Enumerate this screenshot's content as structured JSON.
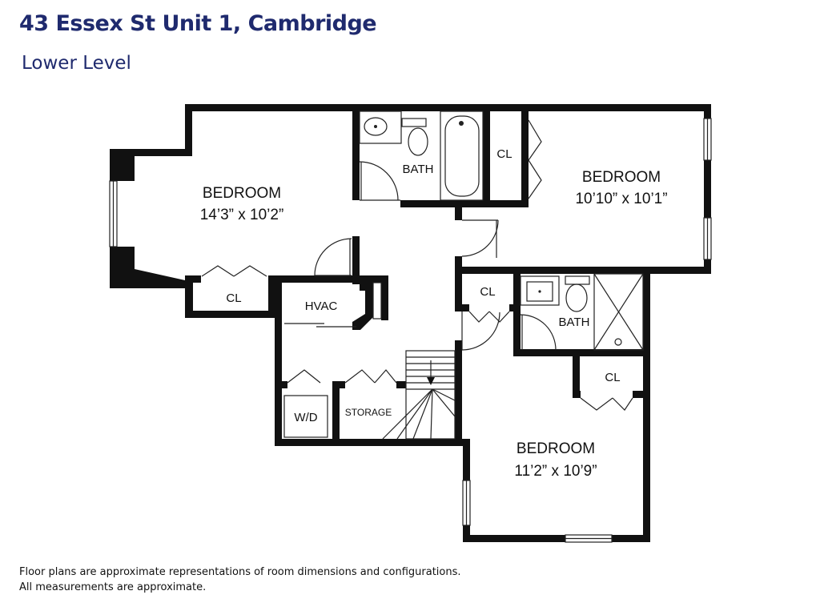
{
  "header": {
    "title": "43 Essex St Unit 1, Cambridge",
    "subtitle": "Lower Level"
  },
  "rooms": {
    "bedroom_west": {
      "label": "BEDROOM",
      "dims": "14’3” x 10’2”"
    },
    "bedroom_east": {
      "label": "BEDROOM",
      "dims": "10’10” x 10’1”"
    },
    "bedroom_south": {
      "label": "BEDROOM",
      "dims": "11’2” x 10’9”"
    },
    "bath_north": {
      "label": "BATH"
    },
    "bath_south": {
      "label": "BATH"
    },
    "closet_west": {
      "label": "CL"
    },
    "closet_east": {
      "label": "CL"
    },
    "closet_center": {
      "label": "CL"
    },
    "closet_south": {
      "label": "CL"
    },
    "hvac": {
      "label": "HVAC"
    },
    "laundry": {
      "label": "W/D"
    },
    "storage": {
      "label": "STORAGE"
    }
  },
  "footer": {
    "line1": "Floor plans are approximate representations of room dimensions and configurations.",
    "line2": "All measurements are approximate."
  },
  "colors": {
    "title": "#1f2a6e",
    "walls": "#111111"
  }
}
